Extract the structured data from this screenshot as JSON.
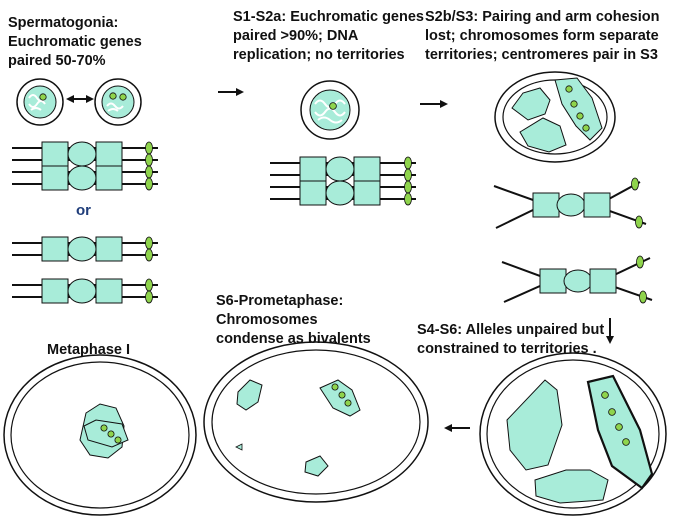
{
  "colors": {
    "cyan": "#a8ecd9",
    "green": "#8fd44c",
    "line": "#111111",
    "or_text": "#1f3d7a"
  },
  "labels": {
    "spermatogonia": "Spermatogonia:\nEuchromatic genes\npaired 50-70%",
    "s1s2a": "S1-S2a: Euchromatic genes\npaired >90%; DNA\nreplication; no territories",
    "s2bs3": "S2b/S3: Pairing and arm cohesion\nlost; chromosomes form separate\nterritories; centromeres pair in S3",
    "s4s6": "S4-S6: Alleles unpaired but\nconstrained to territories .",
    "s6": "S6-Prometaphase:\nChromosomes\ncondense as bivalents",
    "metaphase": "Metaphase I",
    "or": "or"
  },
  "icons": [
    "double-arrow-icon",
    "right-arrow-icon",
    "down-arrow-icon",
    "left-arrow-icon"
  ]
}
